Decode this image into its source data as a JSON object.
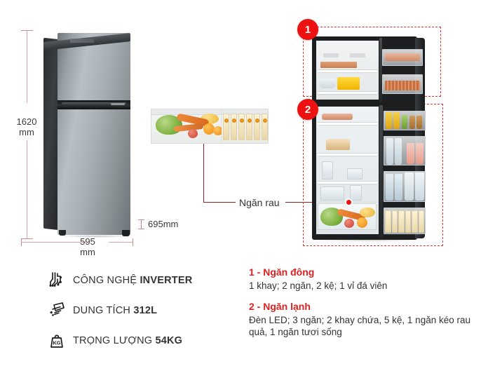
{
  "product": {
    "brand_logo": "toshiba-logo",
    "type": "two-door-top-freezer-refrigerator"
  },
  "dimensions": {
    "height_value": "1620",
    "height_unit": "mm",
    "width_value": "595",
    "width_unit": "mm",
    "depth_value": "695mm",
    "depth_icon": "depth-indicator-icon"
  },
  "callouts": {
    "crisper_label": "Ngăn rau"
  },
  "badges": [
    {
      "number": "1"
    },
    {
      "number": "2"
    }
  ],
  "features": [
    {
      "icon": "inverter-icon",
      "label_prefix": "CÔNG NGHỆ ",
      "label_value": "INVERTER"
    },
    {
      "icon": "capacity-icon",
      "label_prefix": "DUNG TÍCH ",
      "label_value": "312L"
    },
    {
      "icon": "weight-kg-icon",
      "label_prefix": "TRỌNG LƯỢNG ",
      "label_value": "54KG"
    }
  ],
  "legend": [
    {
      "title": "1 - Ngăn đông",
      "body": "1 khay; 2 ngăn, 2 kệ; 1 vỉ đá viên"
    },
    {
      "title": "2 - Ngăn lạnh",
      "body": "Đèn LED; 3 ngăn; 2 khay chứa, 5 kệ, 1 ngăn kéo rau quả, 1 ngăn tươi sống"
    }
  ],
  "colors": {
    "accent_red": "#e02020",
    "badge_red": "#ee1111",
    "dimension_line": "#e2a2a2",
    "callout_line": "#8e2222",
    "background": "#ffffff",
    "text": "#333333"
  }
}
